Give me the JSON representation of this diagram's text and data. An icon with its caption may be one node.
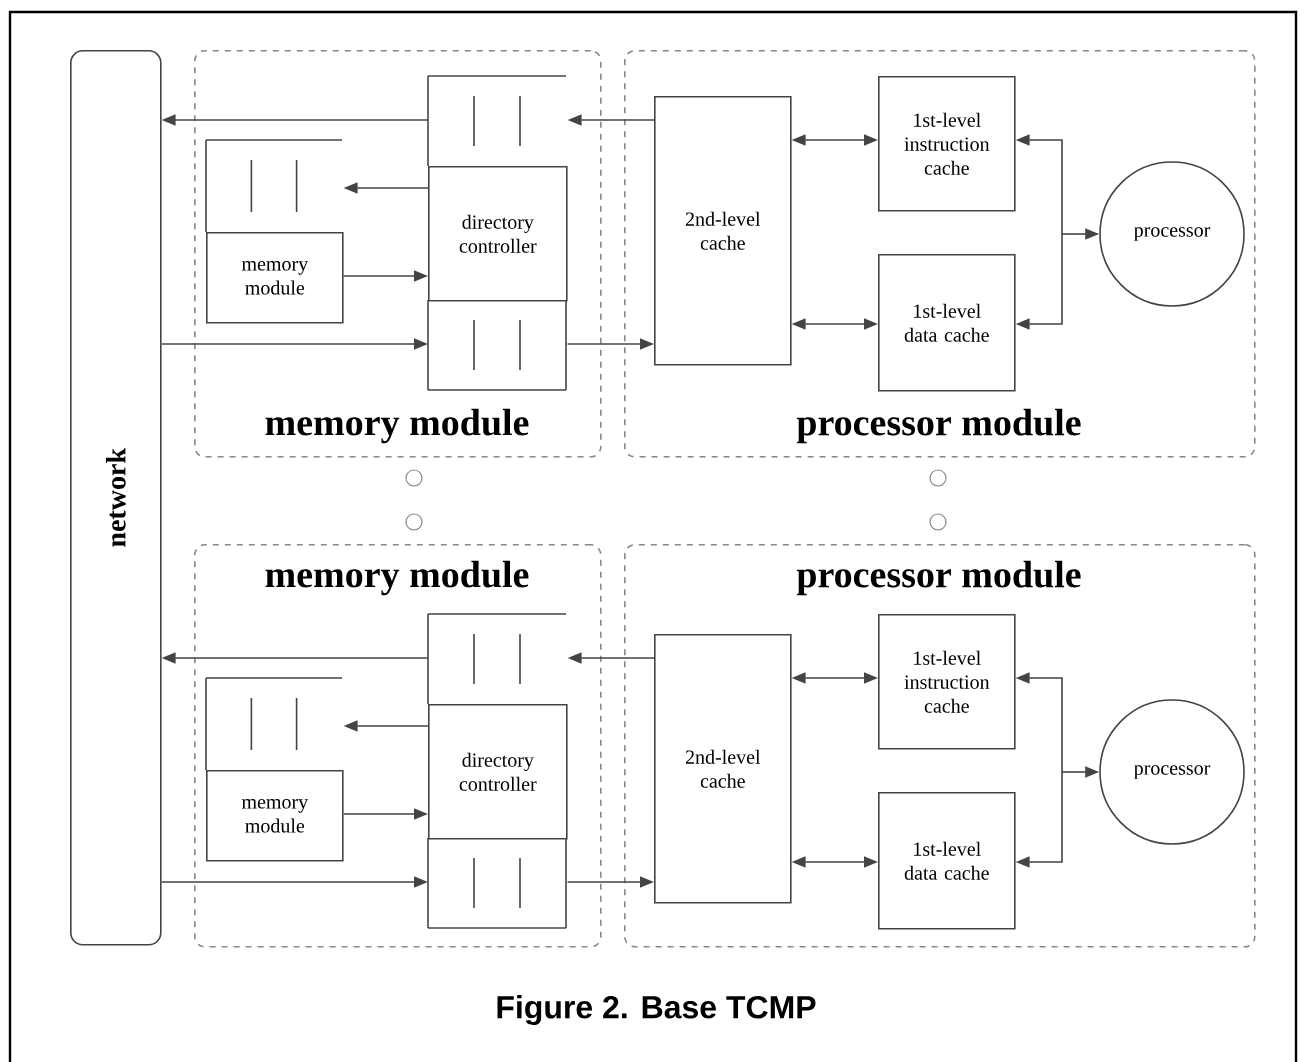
{
  "diagram": {
    "caption": "Figure 2.  Base TCMP",
    "nodes": [
      {
        "text": [
          "network"
        ]
      },
      {
        "text": [
          "memory module"
        ]
      },
      {
        "text": [],
        "shape": "queue",
        "in": 1
      },
      {
        "text": [],
        "shape": "queue",
        "in": 1
      },
      {
        "text": [
          "directory controller"
        ],
        "in": 1
      },
      {
        "text": [
          "memory module"
        ],
        "in": 1
      },
      {
        "text": [],
        "shape": "queue",
        "in": 1
      },
      {
        "text": [
          "processor module"
        ]
      },
      {
        "text": [
          "2nd-level cache"
        ],
        "in": 7
      },
      {
        "text": [
          "1st-level instruction cache"
        ],
        "in": 7
      },
      {
        "text": [
          "1st-level data cache"
        ],
        "in": 7
      },
      {
        "text": [
          "processor"
        ],
        "in": 7
      },
      {
        "text": [
          "memory module"
        ]
      },
      {
        "text": [],
        "shape": "queue",
        "in": 12
      },
      {
        "text": [],
        "shape": "queue",
        "in": 12
      },
      {
        "text": [
          "directory controller"
        ],
        "in": 12
      },
      {
        "text": [
          "memory module"
        ],
        "in": 12
      },
      {
        "text": [],
        "shape": "queue",
        "in": 12
      },
      {
        "text": [
          "processor module"
        ]
      },
      {
        "text": [
          "2nd-level cache"
        ],
        "in": 18
      },
      {
        "text": [
          "1st-level instruction cache"
        ],
        "in": 18
      },
      {
        "text": [
          "1st-level data cache"
        ],
        "in": 18
      },
      {
        "text": [
          "processor"
        ],
        "in": 18
      }
    ],
    "edges": [
      {
        "from": 2,
        "to": 0,
        "arrow": "to"
      },
      {
        "from": 8,
        "to": 2,
        "arrow": "to"
      },
      {
        "from": 4,
        "to": 3,
        "arrow": "to"
      },
      {
        "from": 5,
        "to": 4,
        "arrow": "to"
      },
      {
        "from": 0,
        "to": 6,
        "arrow": "to"
      },
      {
        "from": 6,
        "to": 8,
        "arrow": "to"
      },
      {
        "from": 8,
        "to": 9,
        "arrow": "both"
      },
      {
        "from": 8,
        "to": 10,
        "arrow": "both"
      },
      {
        "from": 9,
        "to": 11,
        "arrow": "both"
      },
      {
        "from": 10,
        "to": 11,
        "arrow": "both"
      },
      {
        "from": 13,
        "to": 0,
        "arrow": "to"
      },
      {
        "from": 19,
        "to": 13,
        "arrow": "to"
      },
      {
        "from": 15,
        "to": 14,
        "arrow": "to"
      },
      {
        "from": 16,
        "to": 15,
        "arrow": "to"
      },
      {
        "from": 0,
        "to": 17,
        "arrow": "to"
      },
      {
        "from": 17,
        "to": 19,
        "arrow": "to"
      },
      {
        "from": 19,
        "to": 20,
        "arrow": "both"
      },
      {
        "from": 19,
        "to": 21,
        "arrow": "both"
      },
      {
        "from": 20,
        "to": 22,
        "arrow": "both"
      },
      {
        "from": 21,
        "to": 22,
        "arrow": "both"
      }
    ]
  }
}
